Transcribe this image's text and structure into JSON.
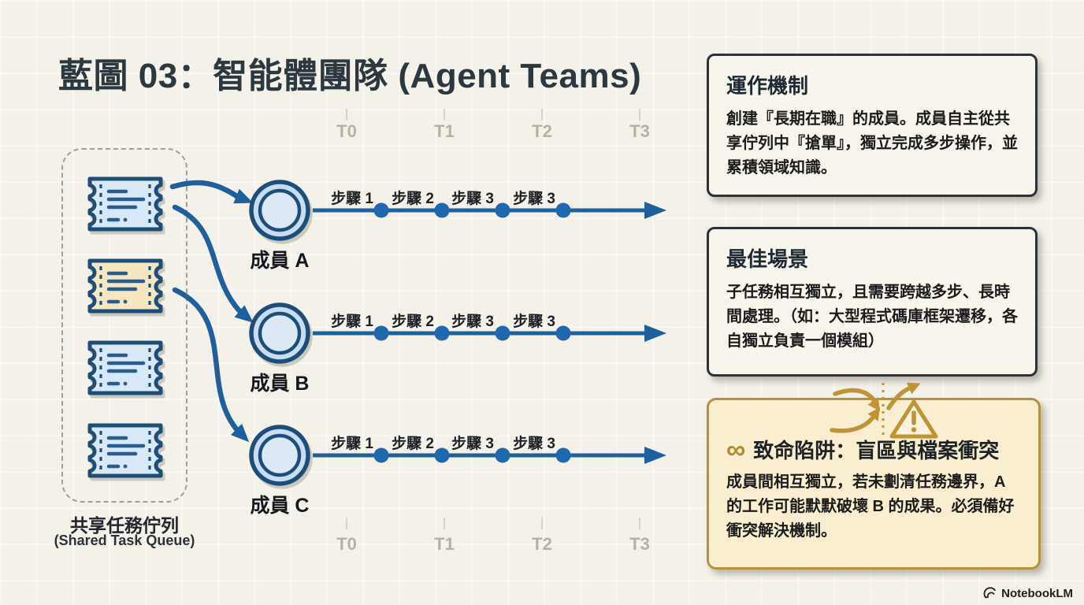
{
  "title": "藍圖 03：智能體團隊 (Agent Teams)",
  "timeline": {
    "labels": [
      "T0",
      "T1",
      "T2",
      "T3"
    ]
  },
  "queue": {
    "label_zh": "共享任務佇列",
    "label_en": "(Shared Task Queue)",
    "tickets": [
      {
        "color": "#d9e8f6"
      },
      {
        "color": "#f7e7c1"
      },
      {
        "color": "#d9e8f6"
      },
      {
        "color": "#d9e8f6"
      }
    ]
  },
  "members": [
    {
      "label": "成員 A"
    },
    {
      "label": "成員 B"
    },
    {
      "label": "成員 C"
    }
  ],
  "steps": [
    "步驟 1",
    "步驟 2",
    "步驟 3",
    "步驟 3"
  ],
  "panels": {
    "mechanism": {
      "title": "運作機制",
      "body": "創建『長期在職』的成員。成員自主從共享佇列中『搶單』，獨立完成多步操作，並累積領域知識。"
    },
    "best_scenario": {
      "title": "最佳場景",
      "body": "子任務相互獨立，且需要跨越多步、長時間處理。（如：大型程式碼庫框架遷移，各自獨立負責一個模組）"
    },
    "pitfall": {
      "icon": "∞",
      "title": "致命陷阱：盲區與檔案衝突",
      "body": "成員間相互獨立，若未劃清任務邊界，A 的工作可能默默破壞 B 的成果。必須備好衝突解決機制。"
    }
  },
  "footer": {
    "brand": "NotebookLM"
  },
  "colors": {
    "arrow_blue": "#1e5f9e",
    "dot_blue": "#2068ad",
    "ticket_border": "#1d4e79",
    "gold": "#bf9434",
    "panel_border": "#2c3338",
    "background": "#f3f1e8"
  }
}
